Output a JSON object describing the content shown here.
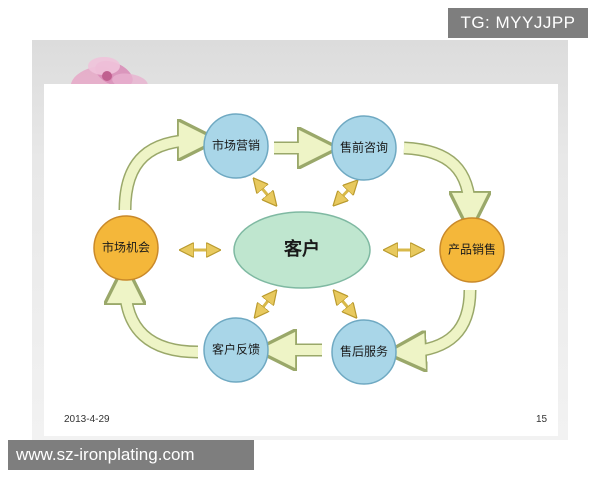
{
  "watermark_tag": "TG: MYYJJPP",
  "footer": {
    "date": "2013-4-29",
    "page": "15"
  },
  "url_banner": "www.sz-ironplating.com",
  "diagram": {
    "center": "客户",
    "nodes": {
      "market_marketing": "市场营销",
      "presale_consult": "售前咨询",
      "product_sales": "产品销售",
      "aftersale_service": "售后服务",
      "customer_feedback": "客户反馈",
      "market_opportunity": "市场机会"
    },
    "colors": {
      "blue_node": "#a9d6e8",
      "orange_node": "#f4b73a",
      "center": "#bfe6cf",
      "arrow_fill": "#eef4c6",
      "arrow_stroke": "#9aa86a",
      "double_arrow": "#e8c95e"
    }
  }
}
